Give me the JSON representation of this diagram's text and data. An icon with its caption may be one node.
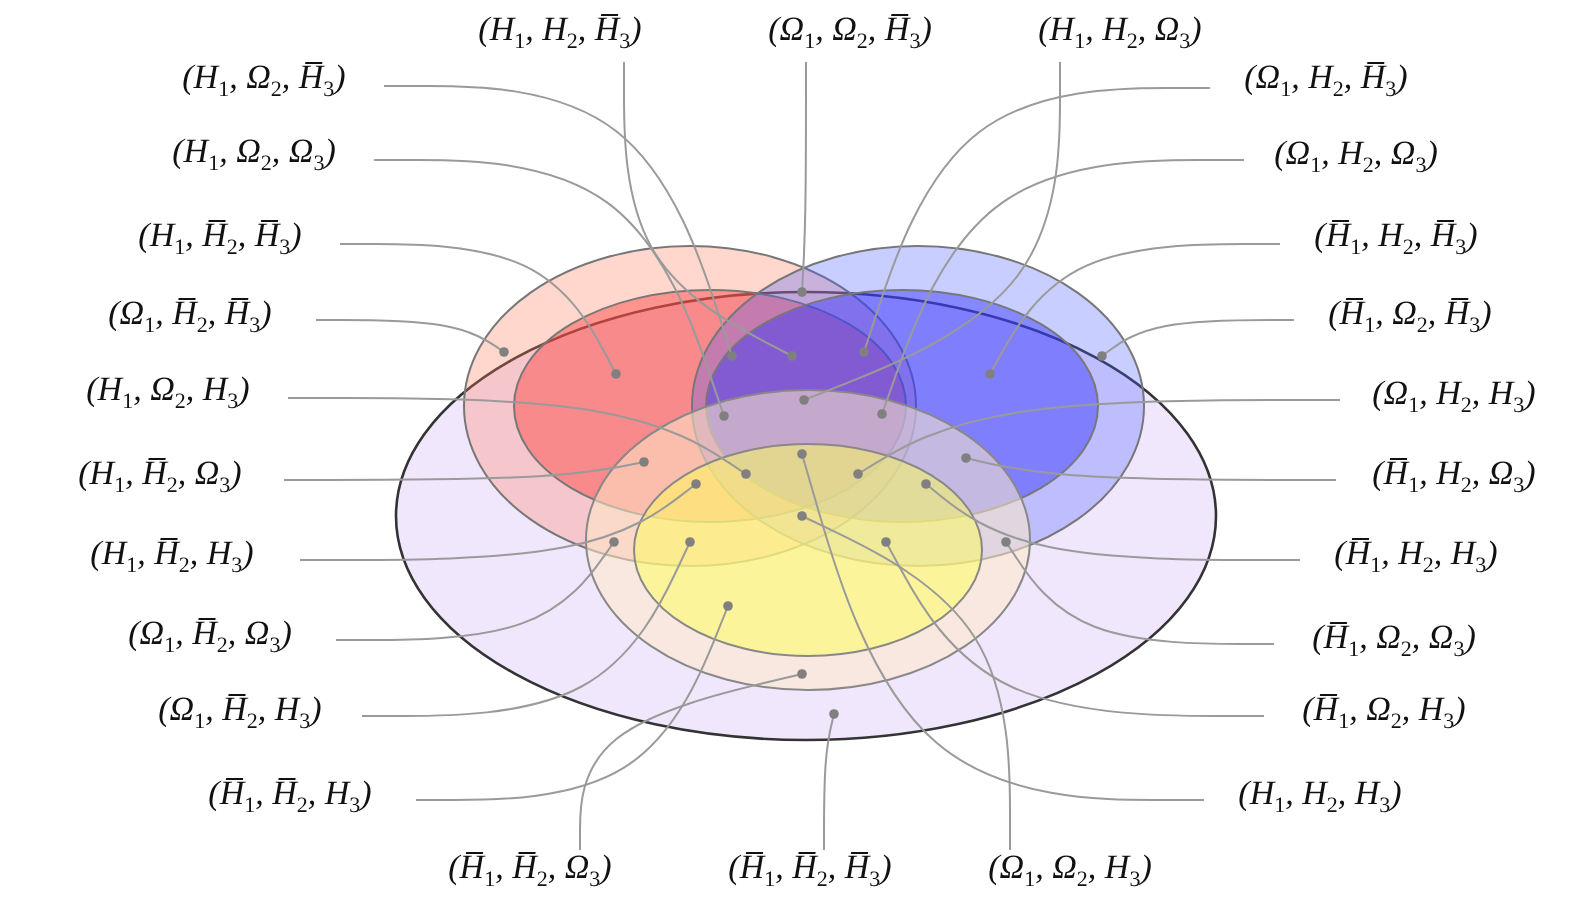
{
  "diagram": {
    "nodes": [
      {
        "text": [
          "(H$_{1}$, H$_{2}$, H̅$_{3}$)"
        ]
      },
      {
        "text": [
          "(Ω$_{1}$, Ω$_{2}$, H̅$_{3}$)"
        ]
      },
      {
        "text": [
          "(H$_{1}$, H$_{2}$, Ω$_{3}$)"
        ]
      },
      {
        "text": [
          "(H$_{1}$, Ω$_{2}$, H̅$_{3}$)"
        ]
      },
      {
        "text": [
          "(Ω$_{1}$, H$_{2}$, H̅$_{3}$)"
        ]
      },
      {
        "text": [
          "(H$_{1}$, Ω$_{2}$, Ω$_{3}$)"
        ]
      },
      {
        "text": [
          "(Ω$_{1}$, H$_{2}$, Ω$_{3}$)"
        ]
      },
      {
        "text": [
          "(H$_{1}$, H̅$_{2}$, H̅$_{3}$)"
        ]
      },
      {
        "text": [
          "(H̅$_{1}$, H$_{2}$, H̅$_{3}$)"
        ]
      },
      {
        "text": [
          "(Ω$_{1}$, H̅$_{2}$, H̅$_{3}$)"
        ]
      },
      {
        "text": [
          "(H̅$_{1}$, Ω$_{2}$, H̅$_{3}$)"
        ]
      },
      {
        "text": [
          "(H$_{1}$, Ω$_{2}$, H$_{3}$)"
        ]
      },
      {
        "text": [
          "(Ω$_{1}$, H$_{2}$, H$_{3}$)"
        ]
      },
      {
        "text": [
          "(H$_{1}$, H̅$_{2}$, Ω$_{3}$)"
        ]
      },
      {
        "text": [
          "(H̅$_{1}$, H$_{2}$, Ω$_{3}$)"
        ]
      },
      {
        "text": [
          "(H$_{1}$, H̅$_{2}$, H$_{3}$)"
        ]
      },
      {
        "text": [
          "(H̅$_{1}$, H$_{2}$, H$_{3}$)"
        ]
      },
      {
        "text": [
          "(Ω$_{1}$, H̅$_{2}$, Ω$_{3}$)"
        ]
      },
      {
        "text": [
          "(H̅$_{1}$, Ω$_{2}$, Ω$_{3}$)"
        ]
      },
      {
        "text": [
          "(Ω$_{1}$, H̅$_{2}$, H$_{3}$)"
        ]
      },
      {
        "text": [
          "(H̅$_{1}$, Ω$_{2}$, H$_{3}$)"
        ]
      },
      {
        "text": [
          "(H̅$_{1}$, H̅$_{2}$, H$_{3}$)"
        ]
      },
      {
        "text": [
          "(H$_{1}$, H$_{2}$, H$_{3}$)"
        ]
      },
      {
        "text": [
          "(H̅$_{1}$, H̅$_{2}$, Ω$_{3}$)"
        ]
      },
      {
        "text": [
          "(H̅$_{1}$, H̅$_{2}$, H̅$_{3}$)"
        ]
      },
      {
        "text": [
          "(Ω$_{1}$, Ω$_{2}$, H$_{3}$)"
        ]
      }
    ],
    "edges": [
      {
        "from": 0,
        "to": null,
        "arrow": "other"
      },
      {
        "from": 1,
        "to": null,
        "arrow": "other"
      },
      {
        "from": 2,
        "to": null,
        "arrow": "other"
      },
      {
        "from": 3,
        "to": null,
        "arrow": "other"
      },
      {
        "from": 4,
        "to": null,
        "arrow": "other"
      },
      {
        "from": 5,
        "to": null,
        "arrow": "other"
      },
      {
        "from": 6,
        "to": null,
        "arrow": "other"
      },
      {
        "from": 7,
        "to": null,
        "arrow": "other"
      },
      {
        "from": 8,
        "to": null,
        "arrow": "other"
      },
      {
        "from": 9,
        "to": null,
        "arrow": "other"
      },
      {
        "from": 10,
        "to": null,
        "arrow": "other"
      },
      {
        "from": 11,
        "to": null,
        "arrow": "other"
      },
      {
        "from": 12,
        "to": null,
        "arrow": "other"
      },
      {
        "from": 13,
        "to": null,
        "arrow": "other"
      },
      {
        "from": 14,
        "to": null,
        "arrow": "other"
      },
      {
        "from": 15,
        "to": null,
        "arrow": "other"
      },
      {
        "from": 16,
        "to": null,
        "arrow": "other"
      },
      {
        "from": 17,
        "to": null,
        "arrow": "other"
      },
      {
        "from": 18,
        "to": null,
        "arrow": "other"
      },
      {
        "from": 19,
        "to": null,
        "arrow": "other"
      },
      {
        "from": 20,
        "to": null,
        "arrow": "other"
      },
      {
        "from": 21,
        "to": null,
        "arrow": "other"
      },
      {
        "from": 22,
        "to": null,
        "arrow": "other"
      },
      {
        "from": 23,
        "to": null,
        "arrow": "other"
      },
      {
        "from": 24,
        "to": null,
        "arrow": "other"
      },
      {
        "from": 25,
        "to": null,
        "arrow": "other"
      }
    ]
  }
}
